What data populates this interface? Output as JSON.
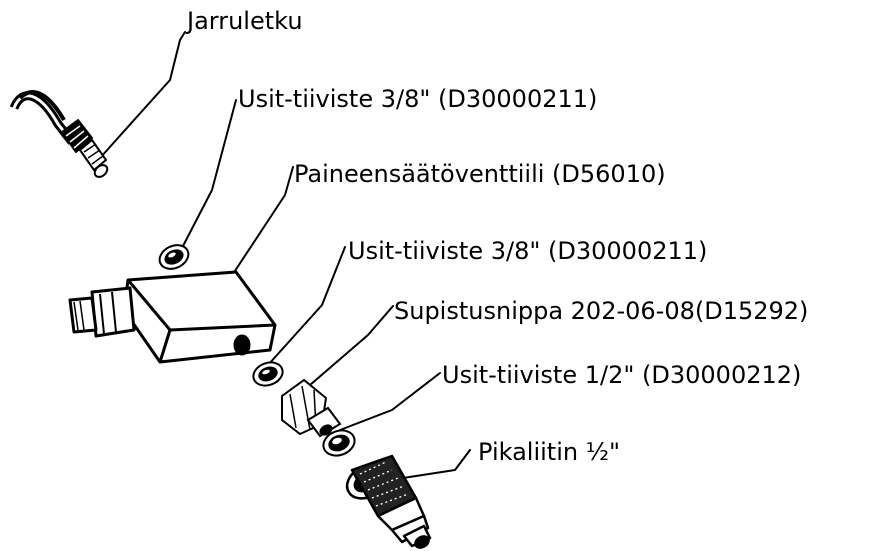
{
  "labels": {
    "brake_hose": "Jarruletku",
    "washer_top": "Usit-tiiviste 3/8\" (D30000211)",
    "valve": "Paineensäätöventtiili (D56010)",
    "washer_mid": "Usit-tiiviste 3/8\" (D30000211)",
    "reducer": "Supistusnippa 202-06-08(D15292)",
    "washer_half": "Usit-tiiviste 1/2\" (D30000212)",
    "coupler": "Pikaliitin ½\""
  },
  "colors": {
    "ink": "#000000",
    "paper": "#ffffff"
  }
}
